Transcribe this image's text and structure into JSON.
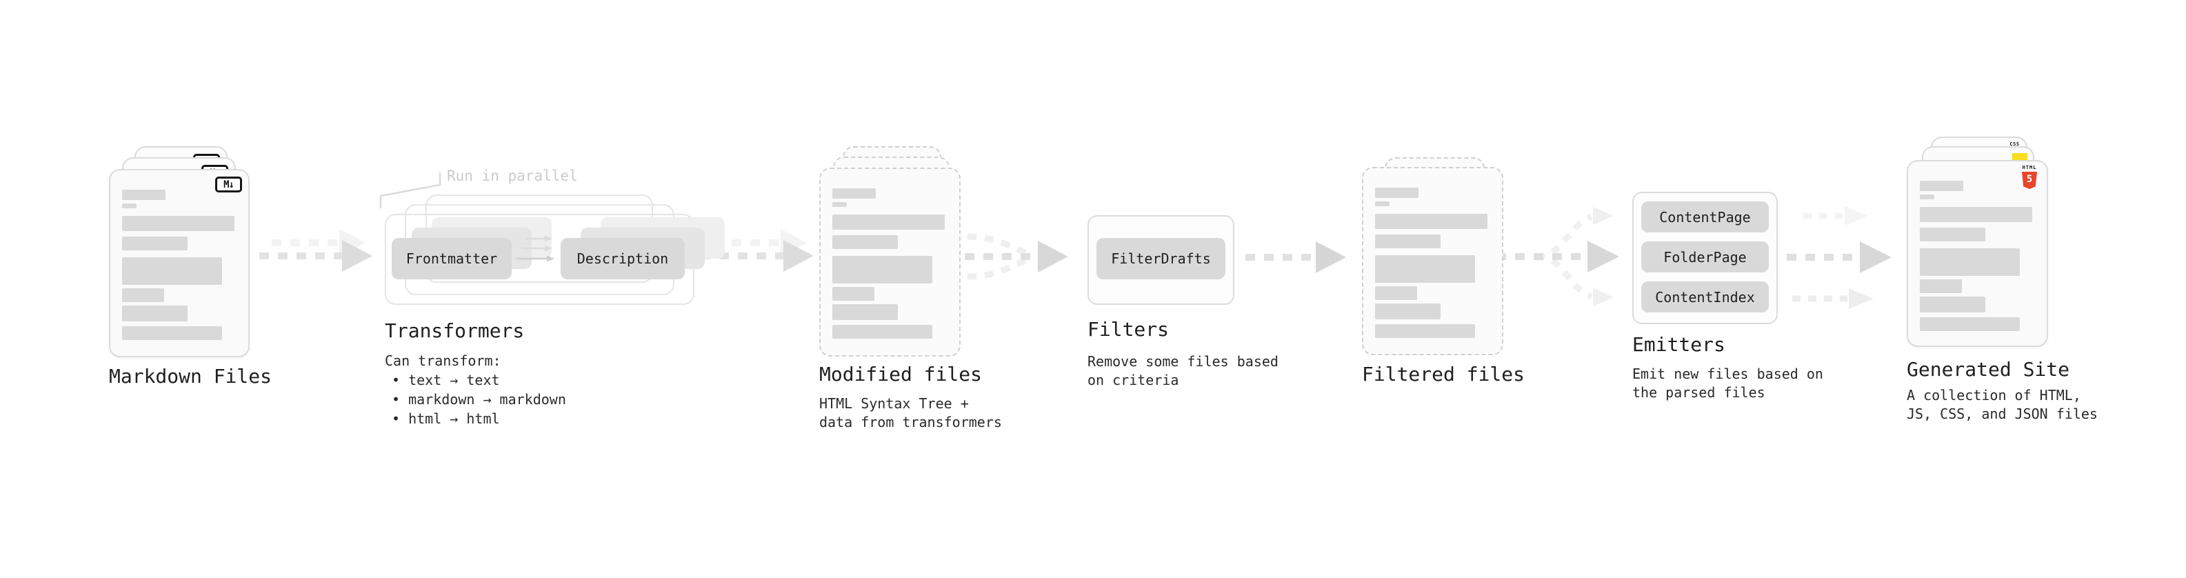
{
  "markdown": {
    "label": "Markdown Files",
    "badge": "M↓"
  },
  "transformers": {
    "note": "Run in parallel",
    "pill_from": "Frontmatter",
    "pill_to": "Description",
    "label": "Transformers",
    "desc_title": "Can transform:",
    "bullets": [
      "• text → text",
      "• markdown → markdown",
      "• html → html"
    ]
  },
  "modified": {
    "label": "Modified files",
    "desc": "HTML Syntax Tree +\ndata from transformers"
  },
  "filters": {
    "pill": "FilterDrafts",
    "label": "Filters",
    "desc": "Remove some files based\non criteria"
  },
  "filtered": {
    "label": "Filtered files"
  },
  "emitters": {
    "pills": [
      "ContentPage",
      "FolderPage",
      "ContentIndex"
    ],
    "label": "Emitters",
    "desc": "Emit new files based on\nthe parsed files"
  },
  "generated": {
    "label": "Generated Site",
    "desc": "A collection of HTML,\nJS, CSS, and JSON files",
    "css_badge": "CSS",
    "html_badge_text": "HTML",
    "html_badge_number": "5"
  },
  "colors": {
    "html5_orange": "#e8452c",
    "js_yellow": "#f7df1e",
    "css_blue": "#2b6cf5",
    "text_dark": "#1f1f1f",
    "muted_note": "#cbcbcb",
    "skeleton_gray": "#d9d9d9"
  }
}
